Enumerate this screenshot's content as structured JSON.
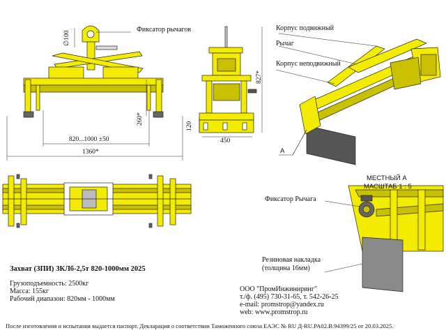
{
  "labels": {
    "fixator_levers": "Фиксатор рычагов",
    "diameter": "∅100",
    "dim_827": "827*",
    "dim_260": "260*",
    "dim_120": "120",
    "dim_820_1000": "820...1000 ±50",
    "dim_1360": "1360*",
    "dim_450": "450",
    "body_movable": "Корпус подвижный",
    "lever": "Рычаг",
    "body_fixed": "Корпус неподвижный",
    "view_letter": "A",
    "local_view": "МЕСТНЫЙ А",
    "scale": "МАСШТАБ 1 : 5",
    "fixator_lever": "Фиксатор Рычага",
    "rubber_pad": "Резиновая накладка",
    "rubber_pad_thickness": "(толщина 16мм)"
  },
  "info": {
    "title": "Захват (ЗПИ) ЗКЛб-2,5т 820-1000мм 2025",
    "capacity": "Грузоподъемность: 2500кг",
    "mass": "Масса: 155кг",
    "range": "Рабочий диапазон: 820мм - 1000мм"
  },
  "company": {
    "name": "ООО \"ПромИнжиниринг\"",
    "phone": "т./ф. (495) 730-31-65, т. 542-26-25",
    "email": "e-mail: promstrop@yandex.ru",
    "web": "web:       www.promstrop.ru"
  },
  "footer": "После изготовления и испытания выдается паспорт. Декларация о соответствии Таможенного союза ЕАЭС № RU Д-RU.PA02.B.94399/25 от 20.03.2025.",
  "colors": {
    "yellow": "#f4ec00",
    "yellow_dark": "#c9c000",
    "steel": "#555555",
    "rubber": "#8a8a8a"
  }
}
